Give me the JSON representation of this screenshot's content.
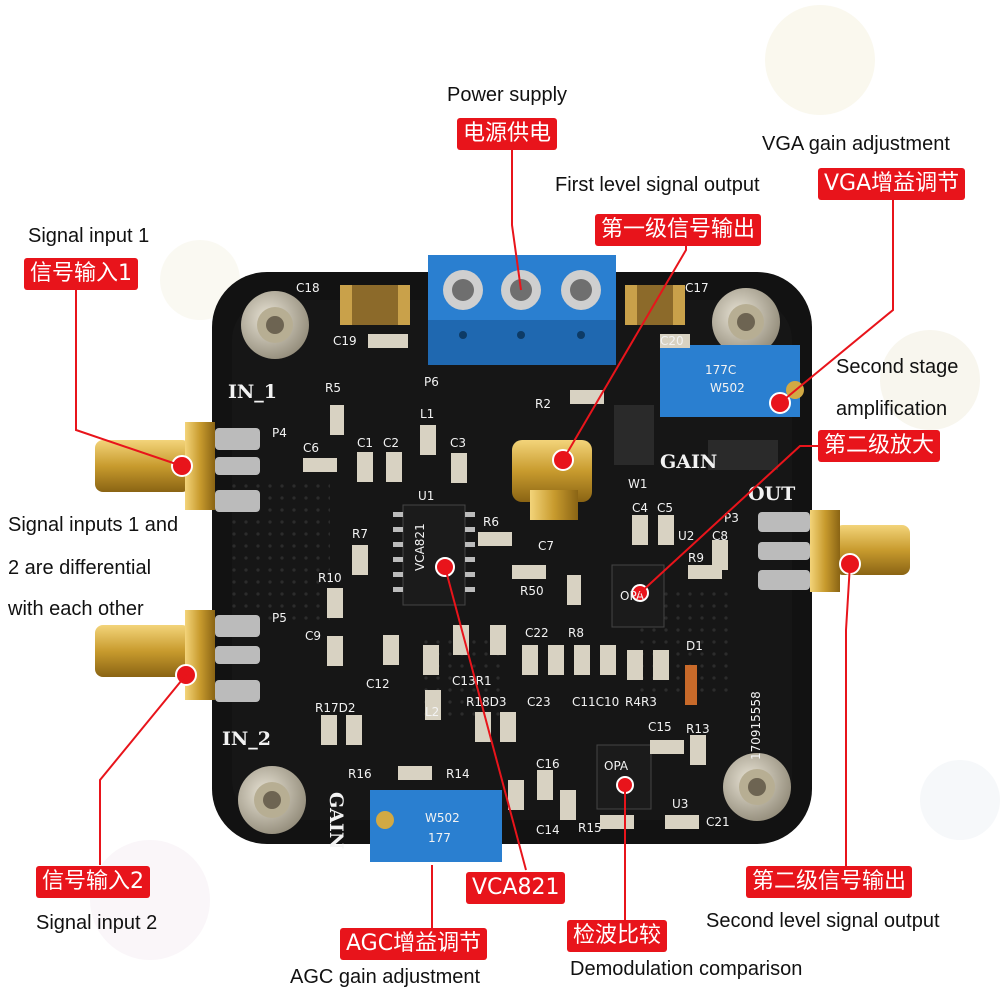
{
  "callouts": {
    "power_supply": {
      "en": "Power supply",
      "cn": "电源供电"
    },
    "vga_gain": {
      "en": "VGA gain adjustment",
      "cn": "VGA增益调节"
    },
    "first_output": {
      "en": "First level signal output",
      "cn": "第一级信号输出"
    },
    "signal_input_1": {
      "en": "Signal input 1",
      "cn": "信号输入1"
    },
    "second_stage": {
      "en_line1": "Second stage",
      "en_line2": "amplification",
      "cn": "第二级放大"
    },
    "differential": {
      "line1": "Signal inputs 1 and",
      "line2": "2 are differential",
      "line3": "with each other"
    },
    "signal_input_2": {
      "en": "Signal input 2",
      "cn": "信号输入2"
    },
    "vca821": {
      "cn": "VCA821"
    },
    "agc_gain": {
      "en": "AGC gain adjustment",
      "cn": "AGC增益调节"
    },
    "demod": {
      "en": "Demodulation comparison",
      "cn": "检波比较"
    },
    "second_output": {
      "en": "Second level signal output",
      "cn": "第二级信号输出"
    }
  },
  "board": {
    "silk_in1": "IN_1",
    "silk_in2": "IN_2",
    "silk_out": "OUT",
    "silk_gain_top": "GAIN",
    "silk_gain_bottom": "GAIN",
    "serial": "170915558",
    "labels": {
      "c18": "C18",
      "c19": "C19",
      "c17": "C17",
      "c20": "C20",
      "p6": "P6",
      "r5": "R5",
      "l1": "L1",
      "c6": "C6",
      "c1": "C1",
      "c2": "C2",
      "c3": "C3",
      "p4": "P4",
      "p5": "P5",
      "u1": "U1",
      "r7": "R7",
      "r10": "R10",
      "c9": "C9",
      "c12": "C12",
      "c13": "C13R1",
      "l2": "L2",
      "r17": "R17D2",
      "r18": "R18D3",
      "r16": "R16",
      "r14": "R14",
      "r6": "R6",
      "c7": "C7",
      "r50": "R50",
      "c22": "C22",
      "r8": "R8",
      "c23": "C23",
      "c11": "C11C10",
      "r4": "R4R3",
      "c15": "C15",
      "r13": "R13",
      "d1": "D1",
      "c16": "C16",
      "c14": "C14",
      "r15": "R15",
      "u3": "U3",
      "c21": "C21",
      "r2": "R2",
      "w1": "W1",
      "c4": "C4",
      "c5": "C5",
      "u2": "U2",
      "c8": "C8",
      "r9": "R9",
      "p3": "P3"
    },
    "pot_top_text": "177C",
    "pot_top_code": "W502",
    "pot_bottom_text": "W502",
    "pot_bottom_code": "177",
    "chip_u1": "VCA821",
    "chip_u2": "OPA",
    "chip_u3": "OPA"
  },
  "colors": {
    "callout_red": "#e8141b",
    "pcb": "#111111",
    "terminal_blue": "#2a7fd0",
    "gold": "#c89b2e"
  }
}
